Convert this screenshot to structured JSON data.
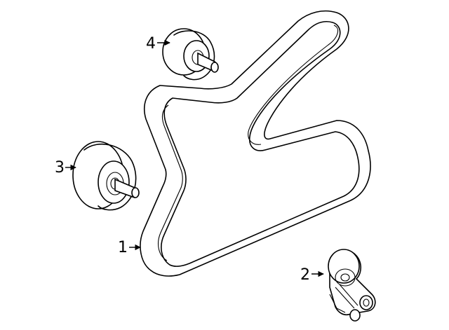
{
  "callouts": [
    {
      "id": "1",
      "label": "1"
    },
    {
      "id": "2",
      "label": "2"
    },
    {
      "id": "3",
      "label": "3"
    },
    {
      "id": "4",
      "label": "4"
    }
  ],
  "colors": {
    "stroke": "#000000",
    "background": "#ffffff"
  },
  "icons": [
    "arrow-right-icon"
  ]
}
